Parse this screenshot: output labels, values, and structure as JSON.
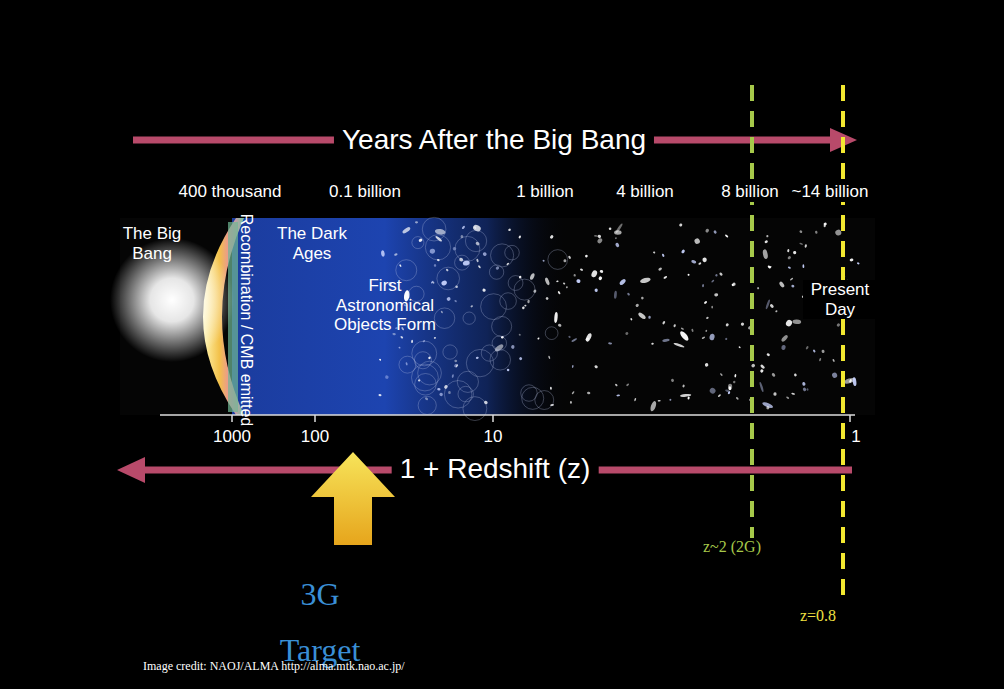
{
  "diagram": {
    "labels": [
      "Years After the Big Bang",
      "400 thousand",
      "0.1 billion",
      "1 billion",
      "4 billion",
      "8 billion",
      "~14 billion",
      "The Big Bang",
      "Recombination / CMB emitted",
      "The Dark Ages",
      "First Astronomical Objects Form",
      "Present Day",
      "1000",
      "100",
      "10",
      "1",
      "1 + Redshift (z)",
      "z~2 (2G)",
      "z=0.8",
      "3G Target",
      "Image credit: NAOJ/ALMA http://alma.mtk.nao.ac.jp/"
    ]
  }
}
